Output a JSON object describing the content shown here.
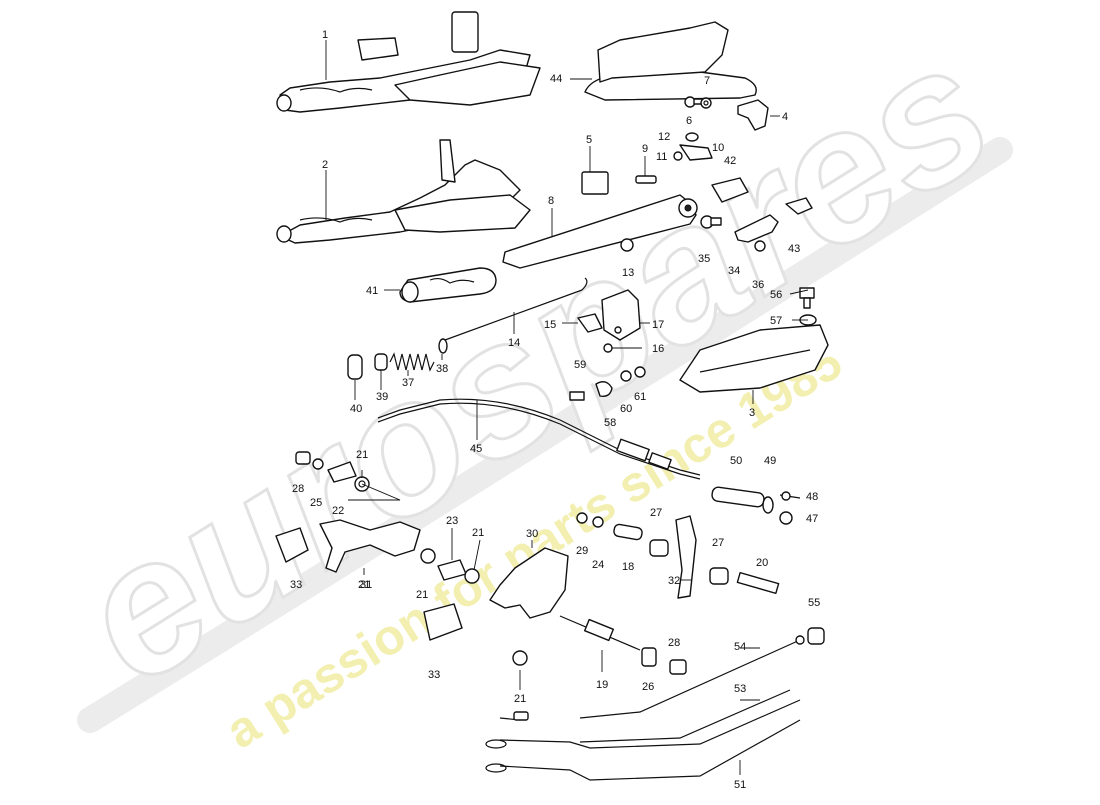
{
  "watermark": {
    "brand": "eurospares",
    "tagline": "a passion for parts since 1985",
    "brand_color": "#e6e6e6",
    "tagline_color": "#f0eca0"
  },
  "labels": [
    "1",
    "2",
    "3",
    "4",
    "5",
    "6",
    "7",
    "8",
    "9",
    "10",
    "11",
    "12",
    "13",
    "14",
    "15",
    "16",
    "17",
    "18",
    "19",
    "20",
    "21",
    "21",
    "21",
    "21",
    "21",
    "22",
    "23",
    "24",
    "25",
    "26",
    "27",
    "27",
    "28",
    "28",
    "29",
    "30",
    "31",
    "32",
    "33",
    "33",
    "34",
    "35",
    "36",
    "37",
    "38",
    "39",
    "40",
    "41",
    "42",
    "43",
    "44",
    "45",
    "47",
    "48",
    "49",
    "50",
    "51",
    "53",
    "54",
    "55",
    "56",
    "57",
    "58",
    "59",
    "60",
    "61"
  ]
}
